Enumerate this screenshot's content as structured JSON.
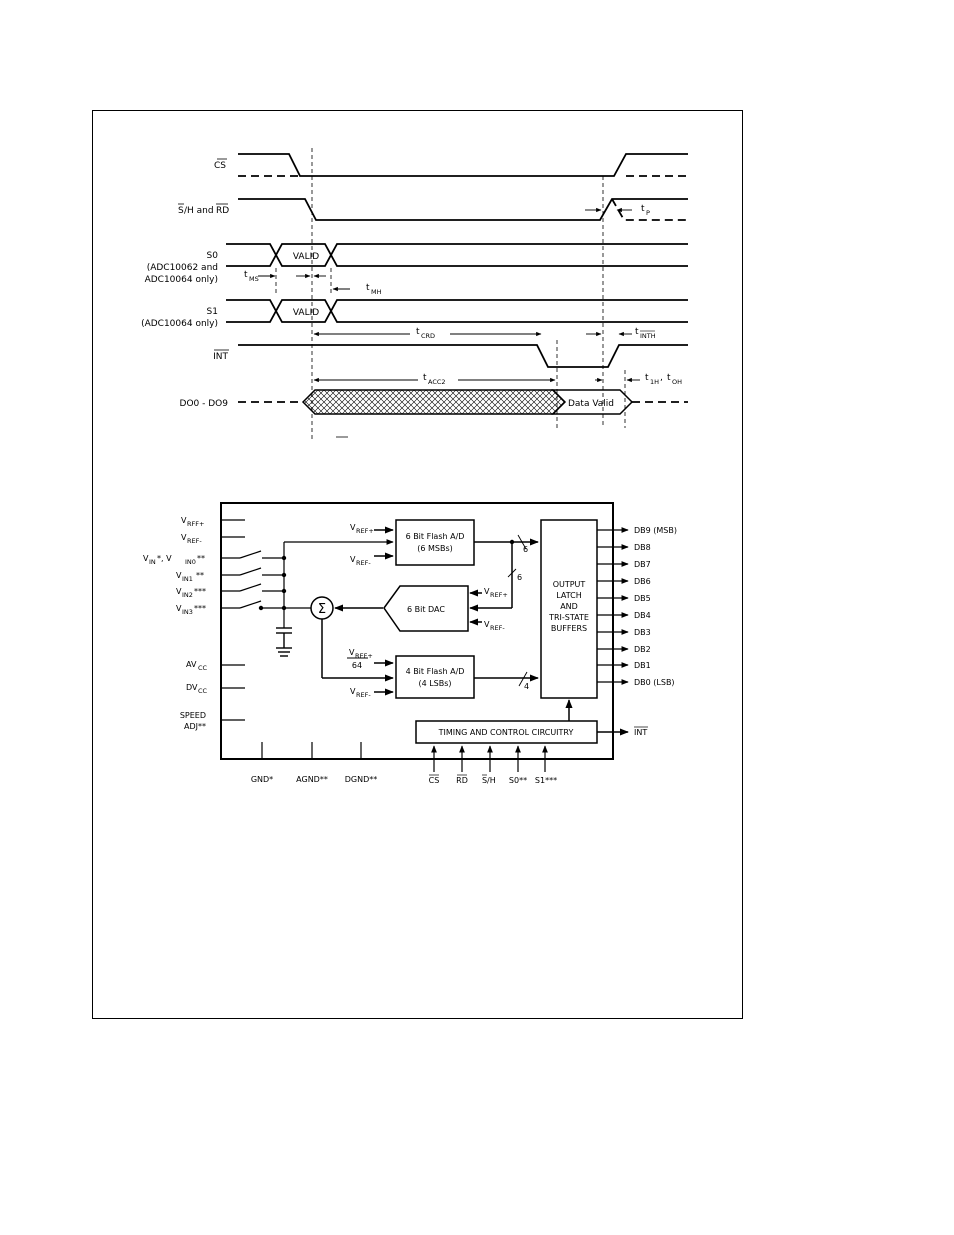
{
  "timing": {
    "signals": {
      "cs": "CS",
      "sh_rd_a": "S",
      "sh_rd_b": "/H and",
      "sh_rd_c": "RD",
      "s0_l1": "S0",
      "s0_l2": "(ADC10062 and",
      "s0_l3": "ADC10064 only)",
      "s1_l1": "S1",
      "s1_l2": "(ADC10064 only)",
      "int": "INT",
      "data": "DO0 - DO9"
    },
    "valid": "VALID",
    "data_valid": "Data Valid",
    "params": {
      "t": "t",
      "p": "P",
      "ms": "MS",
      "mh": "MH",
      "crd": "CRD",
      "inth": "INTH",
      "acc2": "ACC2",
      "t1h_sub": "1H",
      "t0h_sub": "OH",
      "comma": ","
    }
  },
  "block": {
    "pins_left": {
      "v": "V",
      "ref_plus_sub": "RFF+",
      "ref_minus_sub": "REF-",
      "vin_sub": "IN",
      "vin_mark": "*, V",
      "vin0_sub": "IN0",
      "vin0_mark": "**",
      "vin1_sub": "IN1",
      "vin1_mark": "**",
      "vin2_sub": "IN2",
      "vin2_mark": "***",
      "vin3_sub": "IN3",
      "vin3_mark": "***",
      "av": "AV",
      "dv": "DV",
      "cc_sub": "CC",
      "speed1": "SPEED",
      "speed2": "ADJ**"
    },
    "pins_bottom": {
      "gnd": "GND*",
      "agnd": "AGND**",
      "dgnd": "DGND**",
      "cs": "CS",
      "rd": "RD",
      "sh_s": "S",
      "sh_h": "/H",
      "s0": "S0**",
      "s1": "S1***"
    },
    "internal": {
      "vref_plus_sub": "REF+",
      "vref_minus_sub": "REF-",
      "v": "V",
      "div": "64",
      "flash6_l1": "6 Bit Flash A/D",
      "flash6_l2": "(6 MSBs)",
      "flash4_l1": "4 Bit Flash A/D",
      "flash4_l2": "(4 LSBs)",
      "dac": "6 Bit DAC",
      "sigma": "Σ",
      "bus6a": "6",
      "bus6b": "6",
      "bus4": "4",
      "out1": "OUTPUT",
      "out2": "LATCH",
      "out3": "AND",
      "out4": "TRI-STATE",
      "out5": "BUFFERS",
      "timing": "TIMING AND CONTROL CIRCUITRY"
    },
    "outputs": [
      "DB9 (MSB)",
      "DB8",
      "DB7",
      "DB6",
      "DB5",
      "DB4",
      "DB3",
      "DB2",
      "DB1",
      "DB0 (LSB)"
    ],
    "int_out": "INT"
  }
}
